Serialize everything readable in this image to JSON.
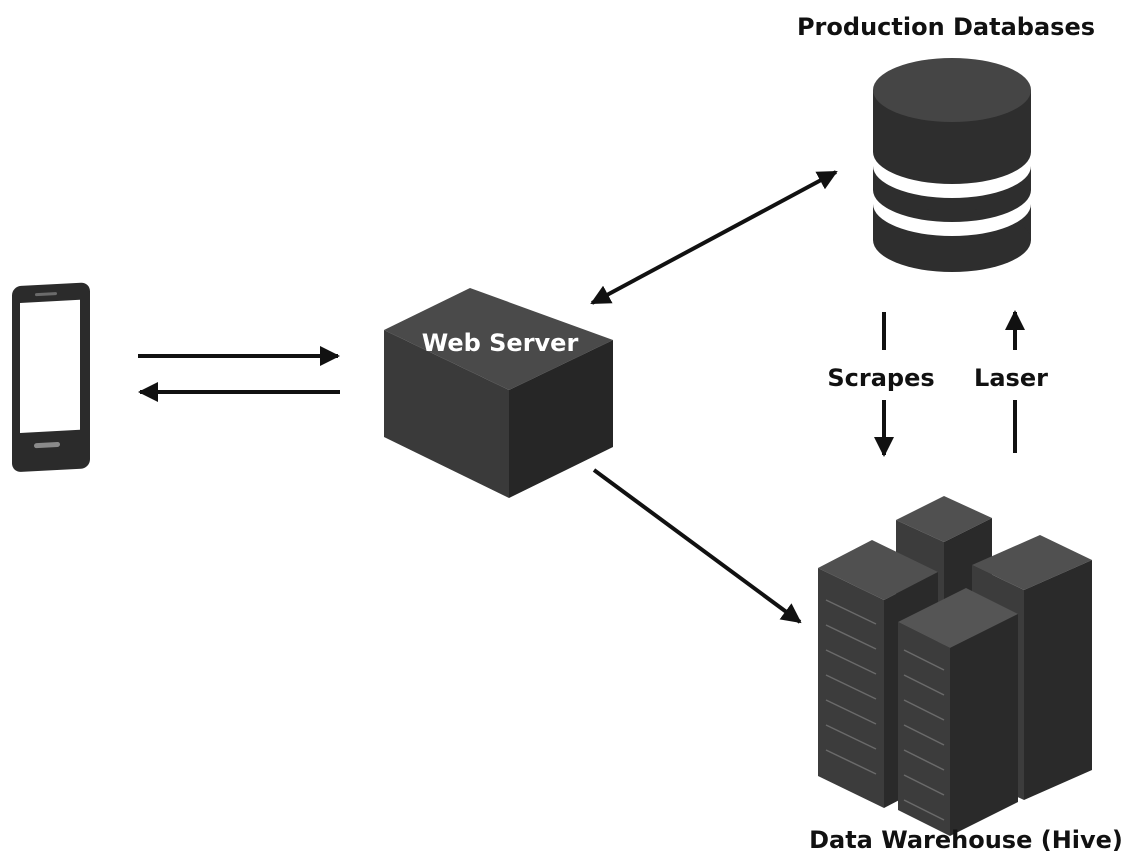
{
  "diagram": {
    "nodes": {
      "client": {
        "icon": "smartphone-icon"
      },
      "web_server": {
        "label": "Web Server",
        "icon": "cube-icon"
      },
      "production_db": {
        "label": "Production Databases",
        "icon": "database-icon"
      },
      "warehouse": {
        "label": "Data Warehouse (Hive)",
        "icon": "server-racks-icon"
      }
    },
    "edges": {
      "scrapes": {
        "label": "Scrapes",
        "from": "Production Databases",
        "to": "Data Warehouse (Hive)"
      },
      "laser": {
        "label": "Laser",
        "from": "Data Warehouse (Hive)",
        "to": "Production Databases"
      }
    },
    "colors": {
      "ink": "#111111",
      "cube_top": "#4a4a4a",
      "cube_left": "#3a3a3a",
      "cube_right": "#262626",
      "db_body": "#2e2e2e",
      "rack_front": "#3c3c3c",
      "rack_side": "#2a2a2a"
    }
  }
}
